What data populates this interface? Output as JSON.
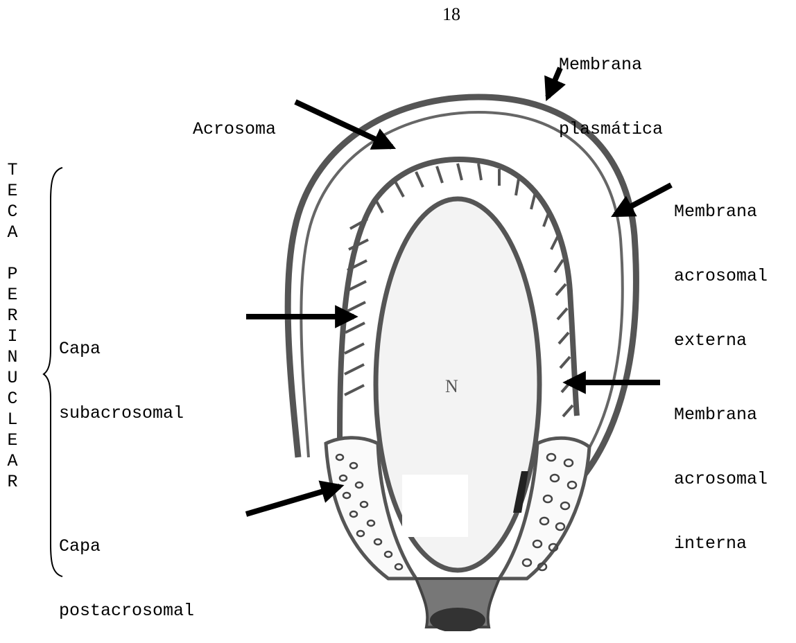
{
  "page_number": "18",
  "nucleus_label": "N",
  "vertical_label": [
    "T",
    "E",
    "C",
    "A",
    "",
    "P",
    "E",
    "R",
    "I",
    "N",
    "U",
    "C",
    "L",
    "E",
    "A",
    "R"
  ],
  "labels": {
    "plasma_membrane": [
      "Membrana",
      "plasmática"
    ],
    "acrosome": [
      "Acrosoma"
    ],
    "outer_acrosomal_membrane": [
      "Membrana",
      "acrosomal",
      "externa"
    ],
    "subacrosomal_layer": [
      "Capa",
      "subacrosomal"
    ],
    "inner_acrosomal_membrane": [
      "Membrana",
      "acrosomal",
      "interna"
    ],
    "postacrosomal_layer": [
      "Capa",
      "postacrosomal"
    ]
  }
}
